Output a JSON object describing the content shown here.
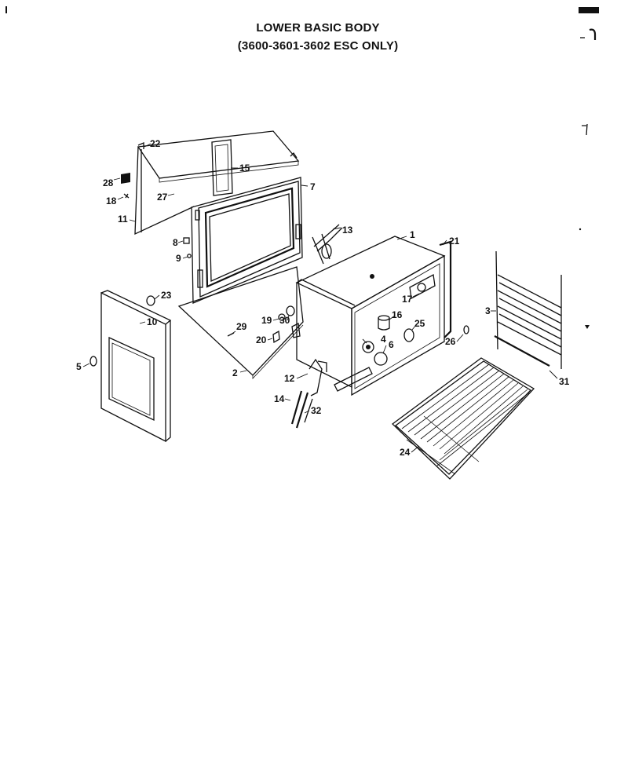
{
  "header": {
    "title": "LOWER BASIC BODY",
    "subtitle": "(3600-3601-3602 ESC ONLY)"
  },
  "parts": [
    {
      "id": "p1",
      "label": "1"
    },
    {
      "id": "p2",
      "label": "2"
    },
    {
      "id": "p3",
      "label": "3"
    },
    {
      "id": "p4",
      "label": "4"
    },
    {
      "id": "p5",
      "label": "5"
    },
    {
      "id": "p6",
      "label": "6"
    },
    {
      "id": "p7",
      "label": "7"
    },
    {
      "id": "p8",
      "label": "8"
    },
    {
      "id": "p9",
      "label": "9"
    },
    {
      "id": "p10",
      "label": "10"
    },
    {
      "id": "p11",
      "label": "11"
    },
    {
      "id": "p12",
      "label": "12"
    },
    {
      "id": "p13",
      "label": "13"
    },
    {
      "id": "p14",
      "label": "14"
    },
    {
      "id": "p15",
      "label": "15"
    },
    {
      "id": "p16",
      "label": "16"
    },
    {
      "id": "p17",
      "label": "17"
    },
    {
      "id": "p18",
      "label": "18"
    },
    {
      "id": "p19",
      "label": "19"
    },
    {
      "id": "p20",
      "label": "20"
    },
    {
      "id": "p21",
      "label": "21"
    },
    {
      "id": "p22",
      "label": "22"
    },
    {
      "id": "p23",
      "label": "23"
    },
    {
      "id": "p24",
      "label": "24"
    },
    {
      "id": "p25",
      "label": "25"
    },
    {
      "id": "p26",
      "label": "26"
    },
    {
      "id": "p27",
      "label": "27"
    },
    {
      "id": "p28",
      "label": "28"
    },
    {
      "id": "p29",
      "label": "29"
    },
    {
      "id": "p30",
      "label": "30"
    },
    {
      "id": "p31",
      "label": "31"
    },
    {
      "id": "p32",
      "label": "32"
    }
  ]
}
